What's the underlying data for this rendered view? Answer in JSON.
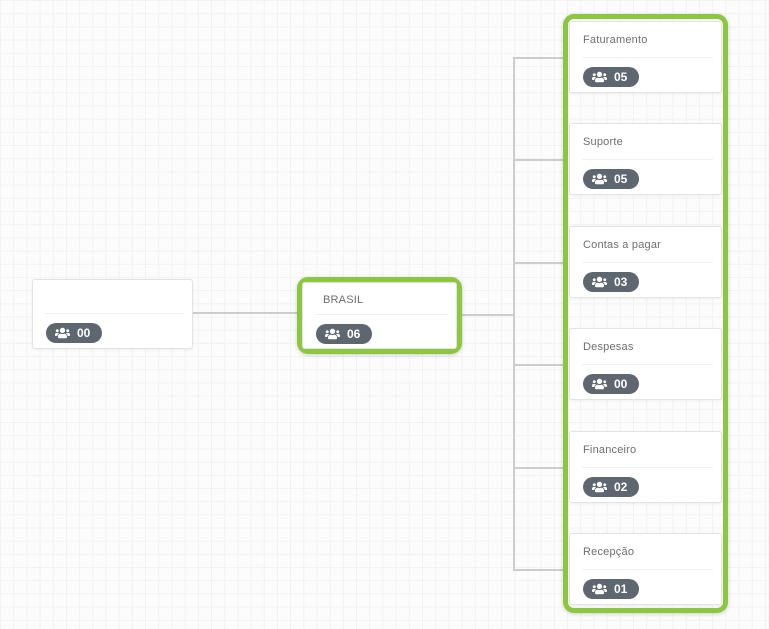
{
  "diagram": {
    "root": {
      "title": "",
      "count": "00"
    },
    "parent": {
      "title": "BRASIL",
      "count": "06",
      "highlighted": true
    },
    "children": [
      {
        "title": "Faturamento",
        "count": "05"
      },
      {
        "title": "Suporte",
        "count": "05"
      },
      {
        "title": "Contas a pagar",
        "count": "03"
      },
      {
        "title": "Despesas",
        "count": "00"
      },
      {
        "title": "Financeiro",
        "count": "02"
      },
      {
        "title": "Recepção",
        "count": "01"
      }
    ]
  },
  "colors": {
    "highlight_green": "#8dc63f",
    "badge_bg": "#5e6770",
    "connector": "#cdcdcd",
    "card_border": "#e3e3e3",
    "title_text": "#6e6e6e",
    "grid_line": "#f2f1f4"
  },
  "icons": {
    "badge_icon": "users-icon"
  }
}
